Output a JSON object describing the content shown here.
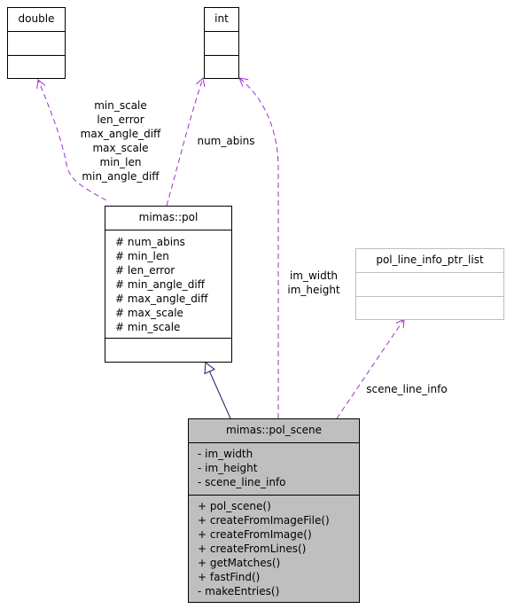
{
  "classes": {
    "double": {
      "name": "double"
    },
    "int": {
      "name": "int"
    },
    "pol": {
      "name": "mimas::pol",
      "attributes": [
        "# num_abins",
        "# min_len",
        "# len_error",
        "# min_angle_diff",
        "# max_angle_diff",
        "# max_scale",
        "# min_scale"
      ]
    },
    "pol_line_info_ptr_list": {
      "name": "pol_line_info_ptr_list"
    },
    "pol_scene": {
      "name": "mimas::pol_scene",
      "attributes": [
        "- im_width",
        "- im_height",
        "- scene_line_info"
      ],
      "methods": [
        "+ pol_scene()",
        "+ createFromImageFile()",
        "+ createFromImage()",
        "+ createFromLines()",
        "+ getMatches()",
        "+ fastFind()",
        "- makeEntries()"
      ]
    }
  },
  "edge_labels": {
    "pol_to_double": [
      "min_scale",
      "len_error",
      "max_angle_diff",
      "max_scale",
      "min_len",
      "min_angle_diff"
    ],
    "pol_to_int": "num_abins",
    "scene_to_int": [
      "im_width",
      "im_height"
    ],
    "scene_to_list": "scene_line_info"
  },
  "colors": {
    "usage_edge": "#9a32cd",
    "inheritance_edge": "#191970",
    "highlight_fill": "#bfbfbf",
    "external_border": "#bfbfbf"
  }
}
